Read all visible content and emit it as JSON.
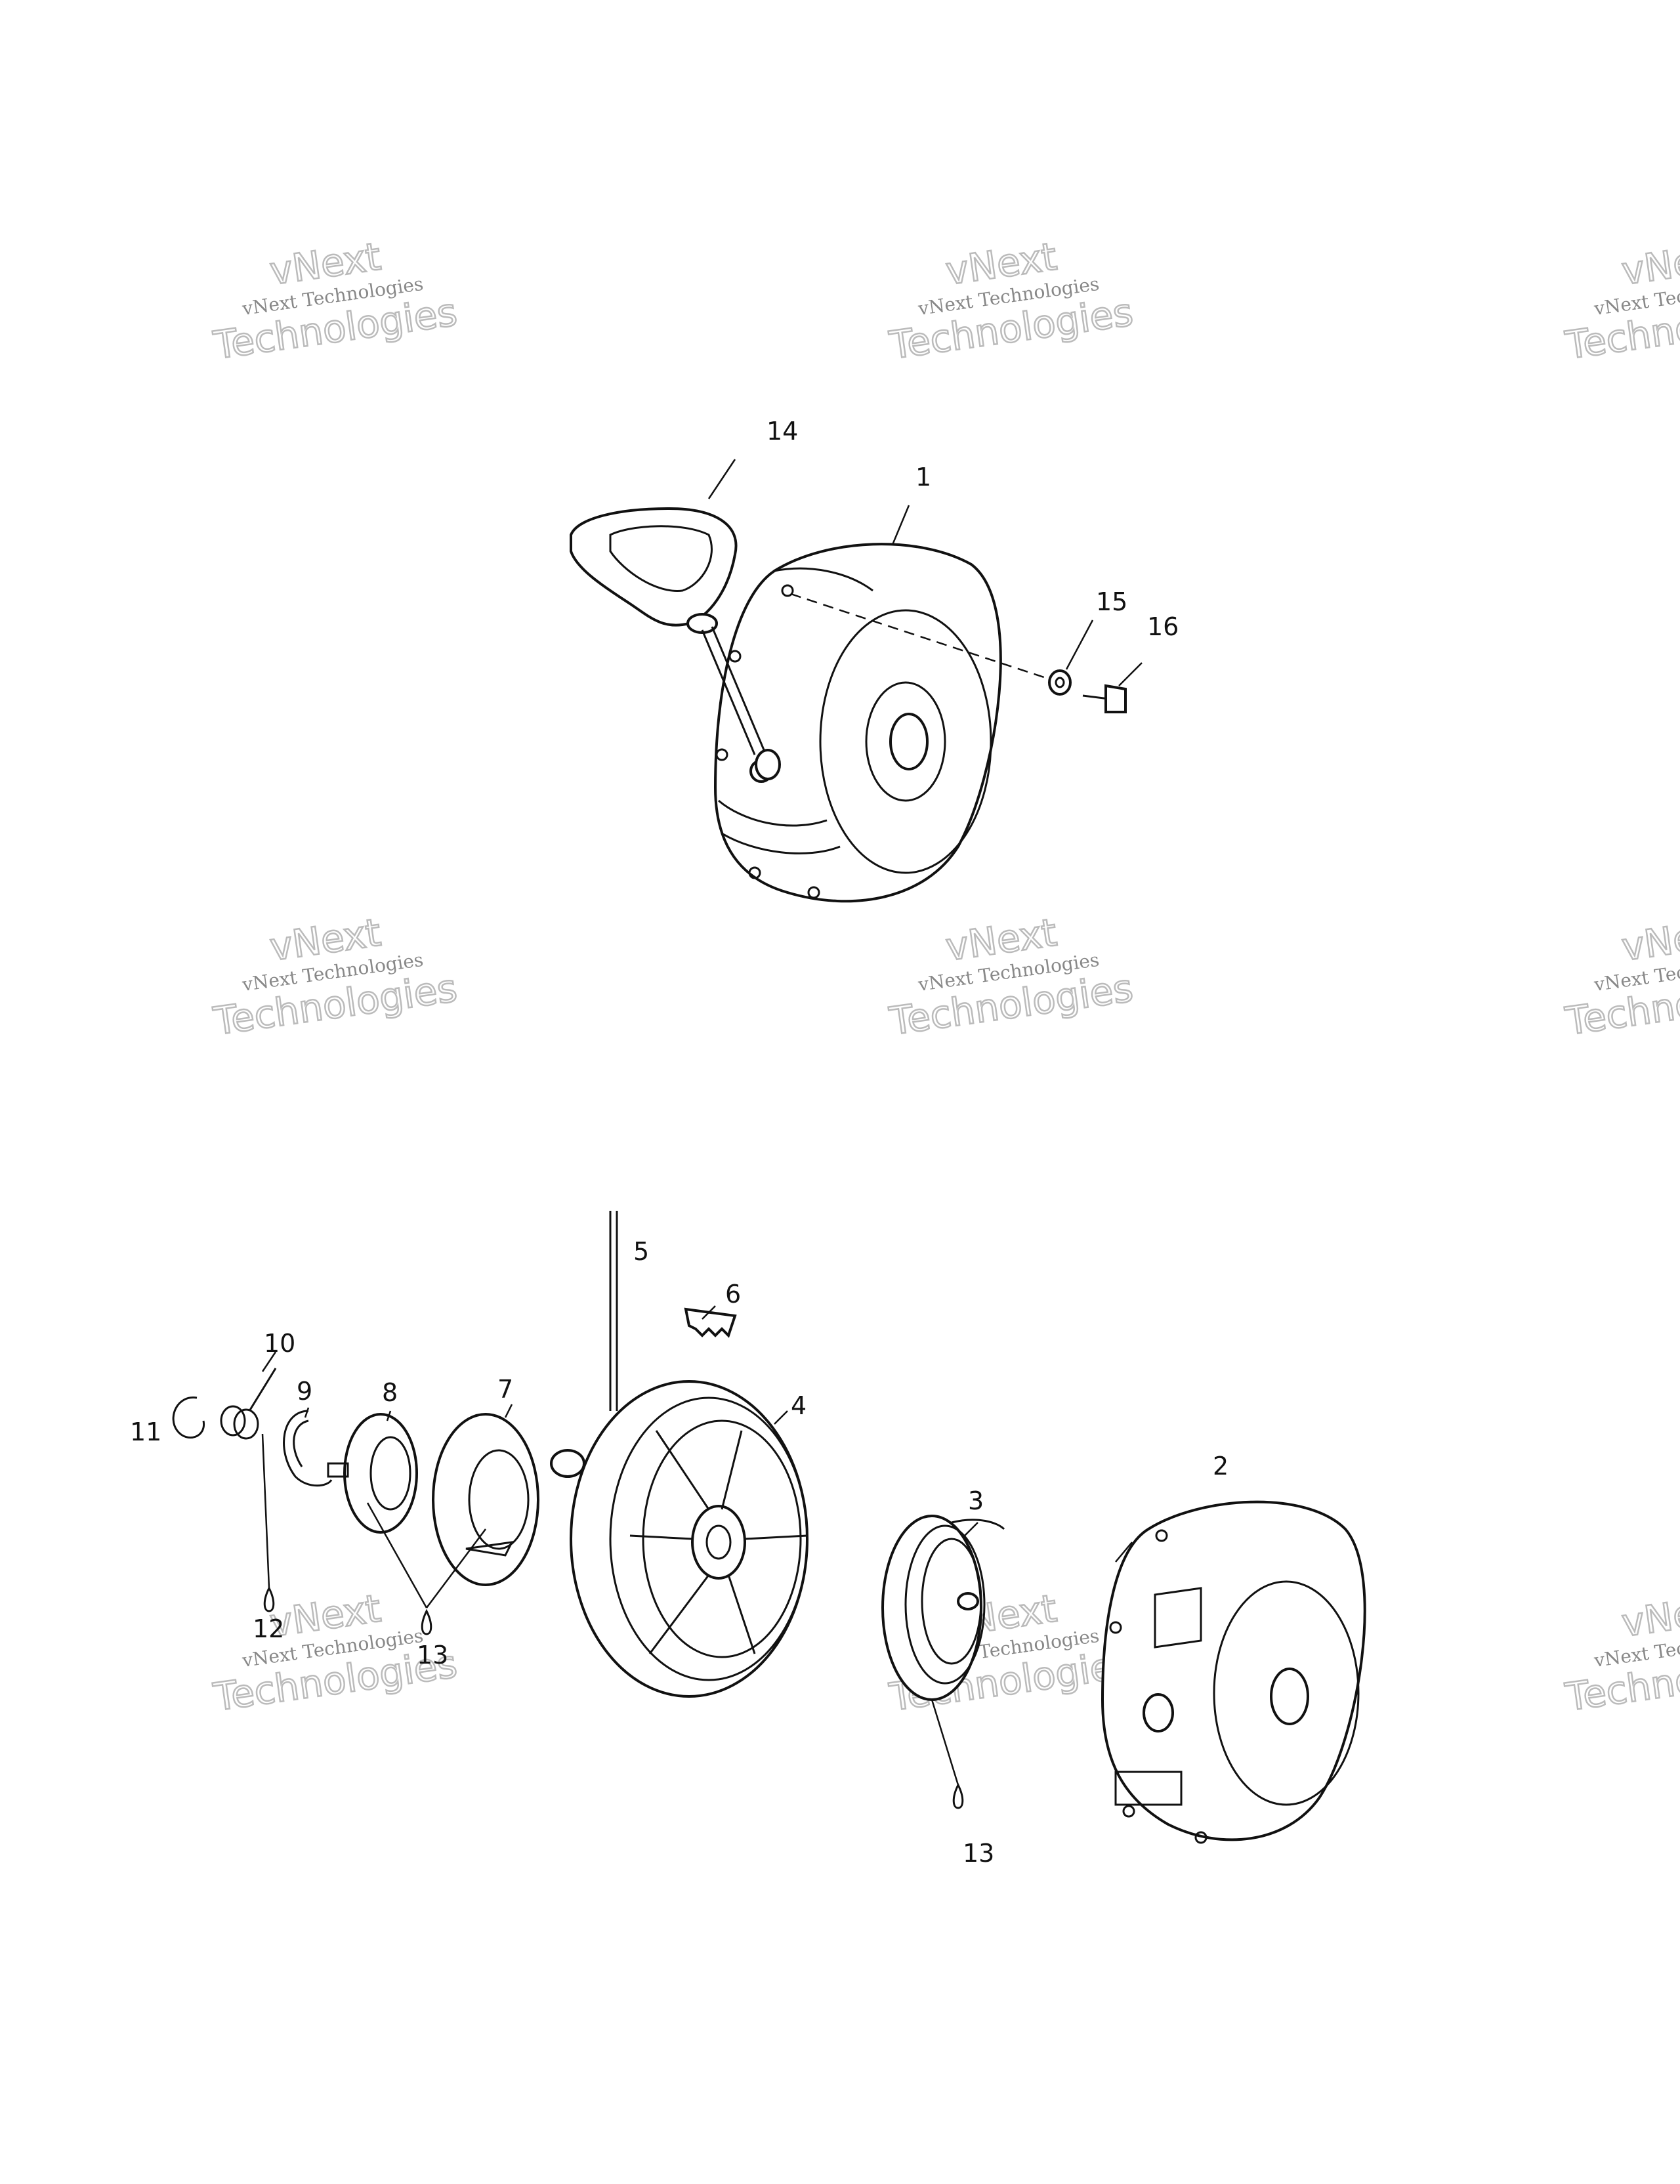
{
  "watermark": {
    "line1": "vNext",
    "line2": "vNext Technologies",
    "line3": "Technologies"
  },
  "callouts": {
    "c1": "1",
    "c2": "2",
    "c3": "3",
    "c4": "4",
    "c5": "5",
    "c6": "6",
    "c7": "7",
    "c8": "8",
    "c9": "9",
    "c10": "10",
    "c11": "11",
    "c12": "12",
    "c13a": "13",
    "c13b": "13",
    "c14": "14",
    "c15": "15",
    "c16": "16"
  }
}
